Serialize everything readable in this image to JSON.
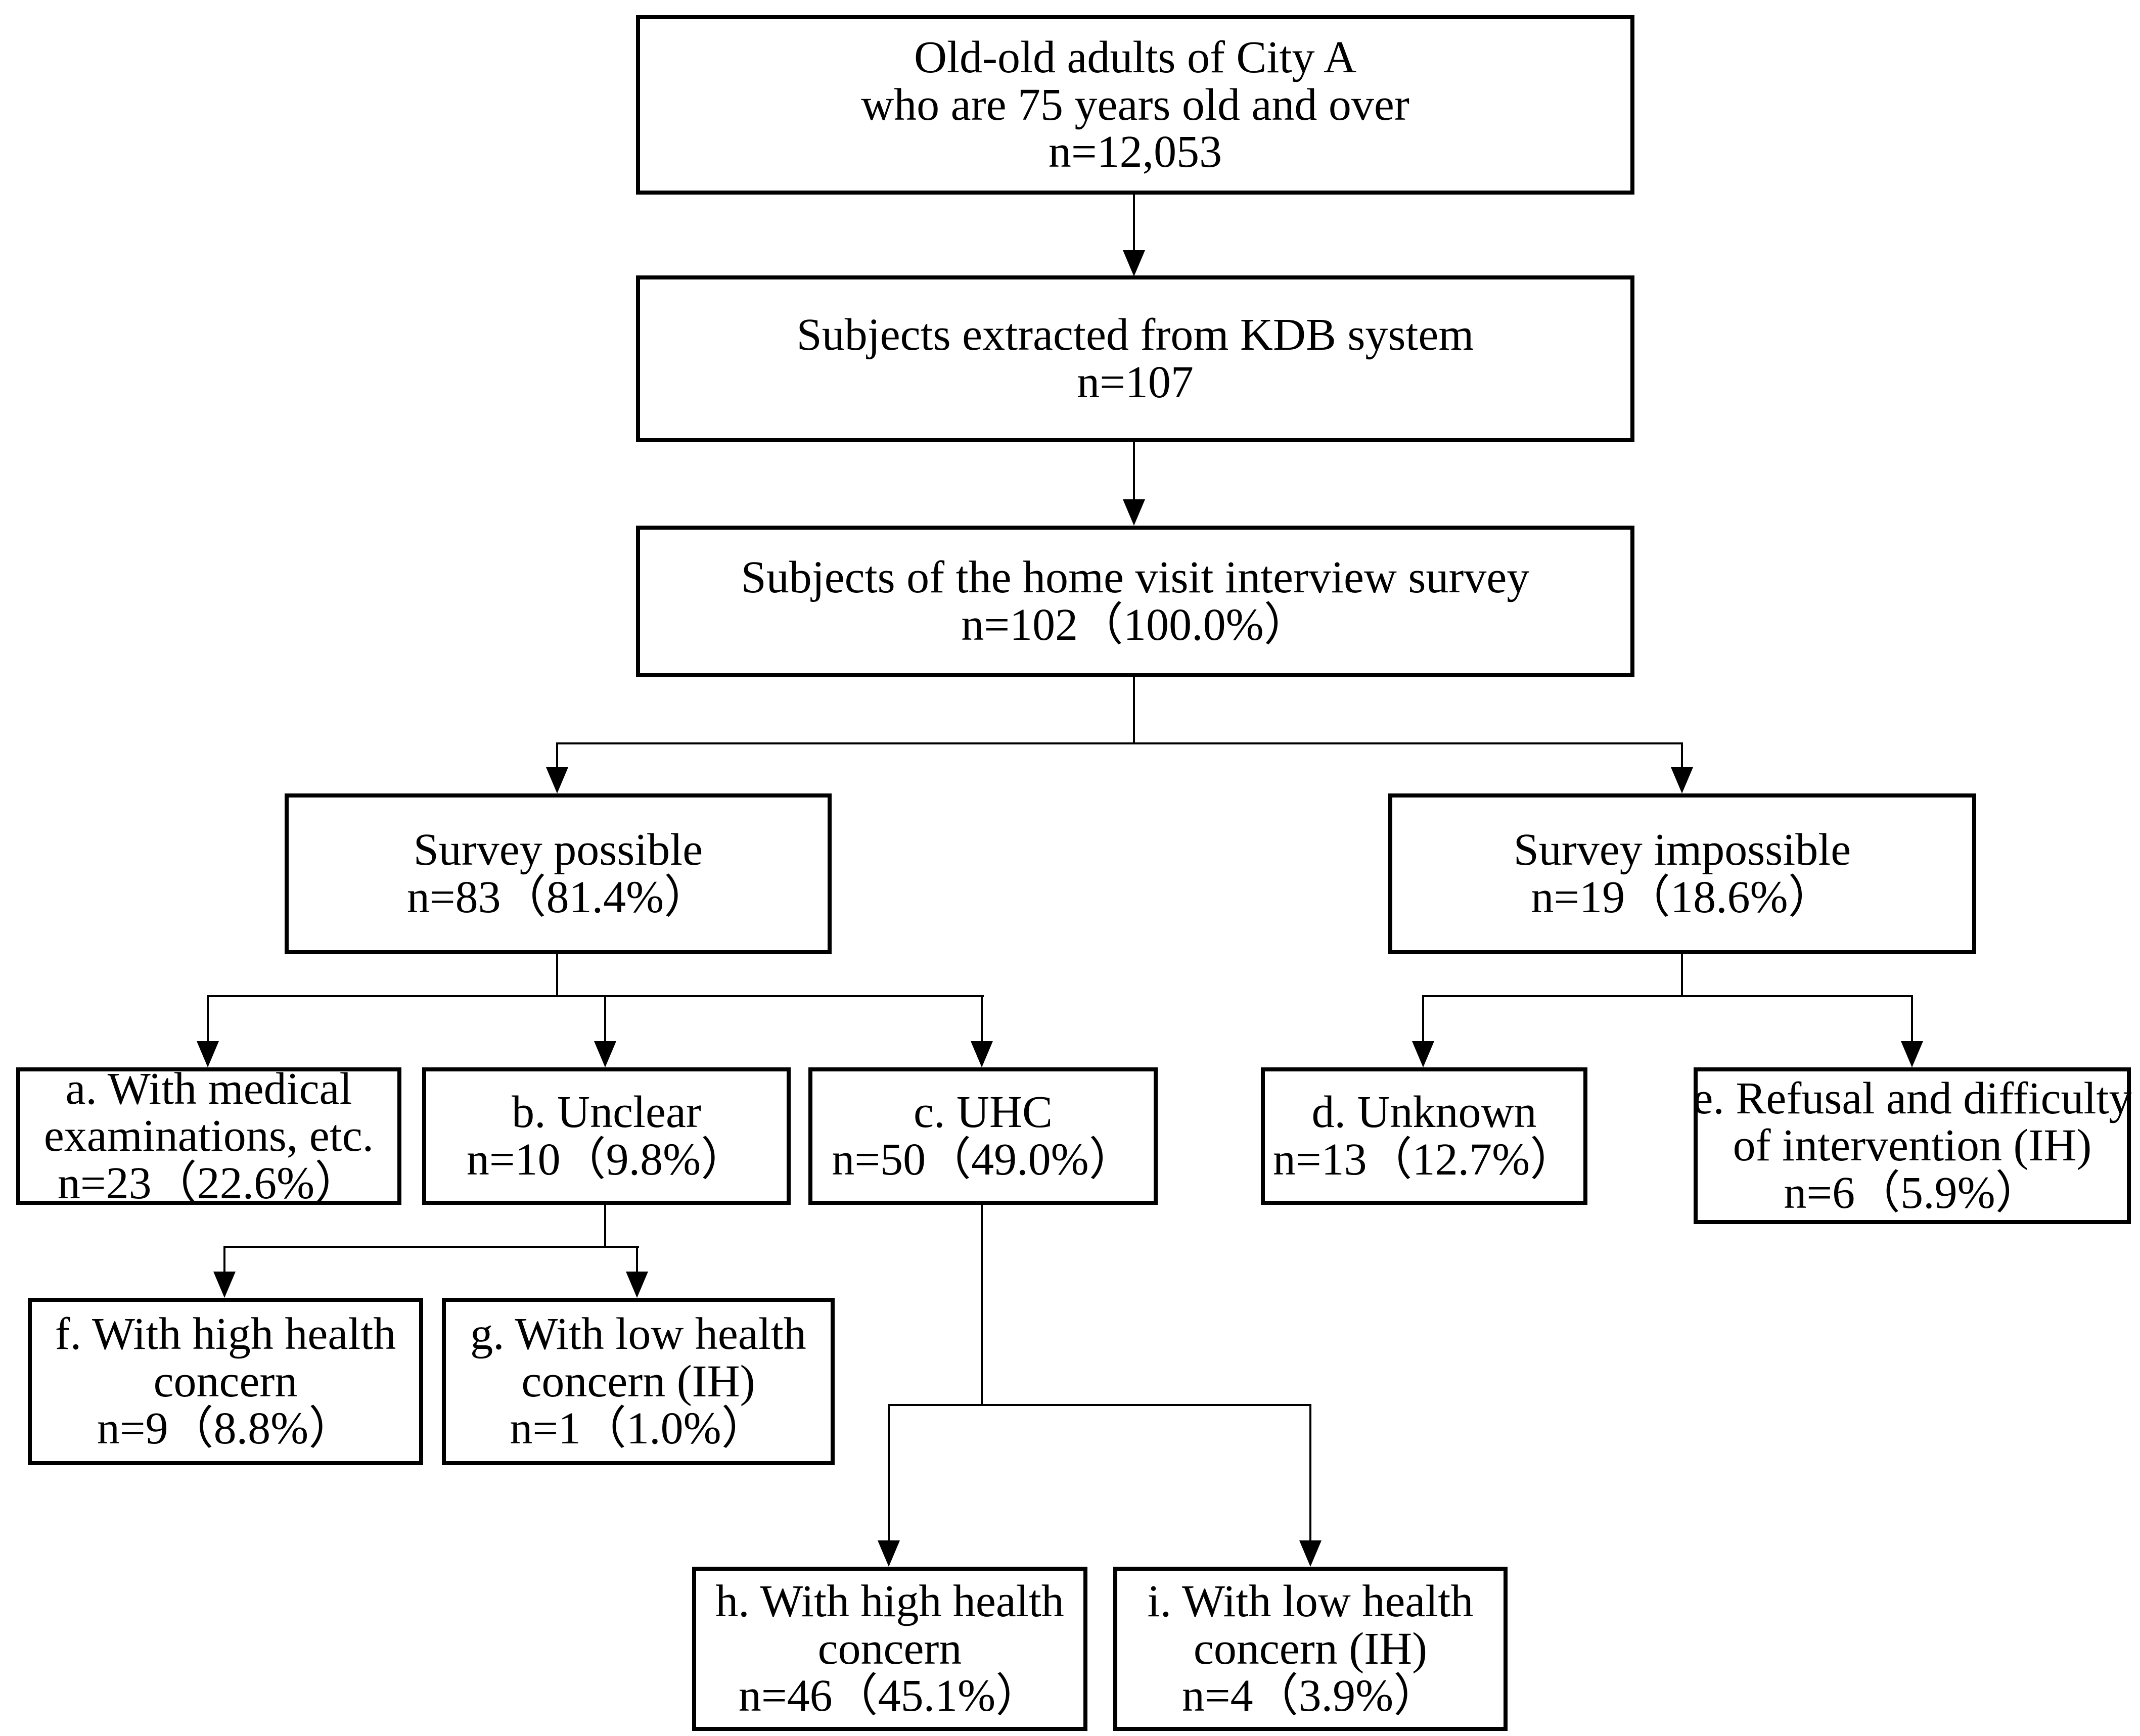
{
  "nodes": {
    "population": {
      "lines": [
        "Old-old adults of City A",
        "who are 75 years old and over",
        "n=12,053"
      ]
    },
    "kdb": {
      "lines": [
        "Subjects extracted from KDB system",
        "n=107"
      ]
    },
    "survey_subjects": {
      "lines": [
        "Subjects of the home visit interview survey",
        "n=102（100.0%）"
      ]
    },
    "survey_possible": {
      "lines": [
        "Survey possible",
        "n=83（81.4%）"
      ]
    },
    "survey_impossible": {
      "lines": [
        "Survey impossible",
        "n=19（18.6%）"
      ]
    },
    "a_medical": {
      "lines": [
        "a. With medical",
        "examinations, etc.",
        "n=23（22.6%）"
      ]
    },
    "b_unclear": {
      "lines": [
        "b. Unclear",
        "n=10（9.8%）"
      ]
    },
    "c_uhc": {
      "lines": [
        "c. UHC",
        "n=50（49.0%）"
      ]
    },
    "d_unknown": {
      "lines": [
        "d. Unknown",
        "n=13（12.7%）"
      ]
    },
    "e_refusal": {
      "lines": [
        "e. Refusal and difficulty",
        "of intervention (IH)",
        "n=6（5.9%）"
      ]
    },
    "f_high": {
      "lines": [
        "f. With high health",
        "concern",
        "n=9（8.8%）"
      ]
    },
    "g_low": {
      "lines": [
        "g. With low health",
        "concern (IH)",
        "n=1（1.0%）"
      ]
    },
    "h_high": {
      "lines": [
        "h. With high health",
        "concern",
        "n=46（45.1%）"
      ]
    },
    "i_low": {
      "lines": [
        "i. With low health",
        "concern (IH)",
        "n=4（3.9%）"
      ]
    }
  },
  "line_color": "#000000",
  "background_color": "#ffffff"
}
